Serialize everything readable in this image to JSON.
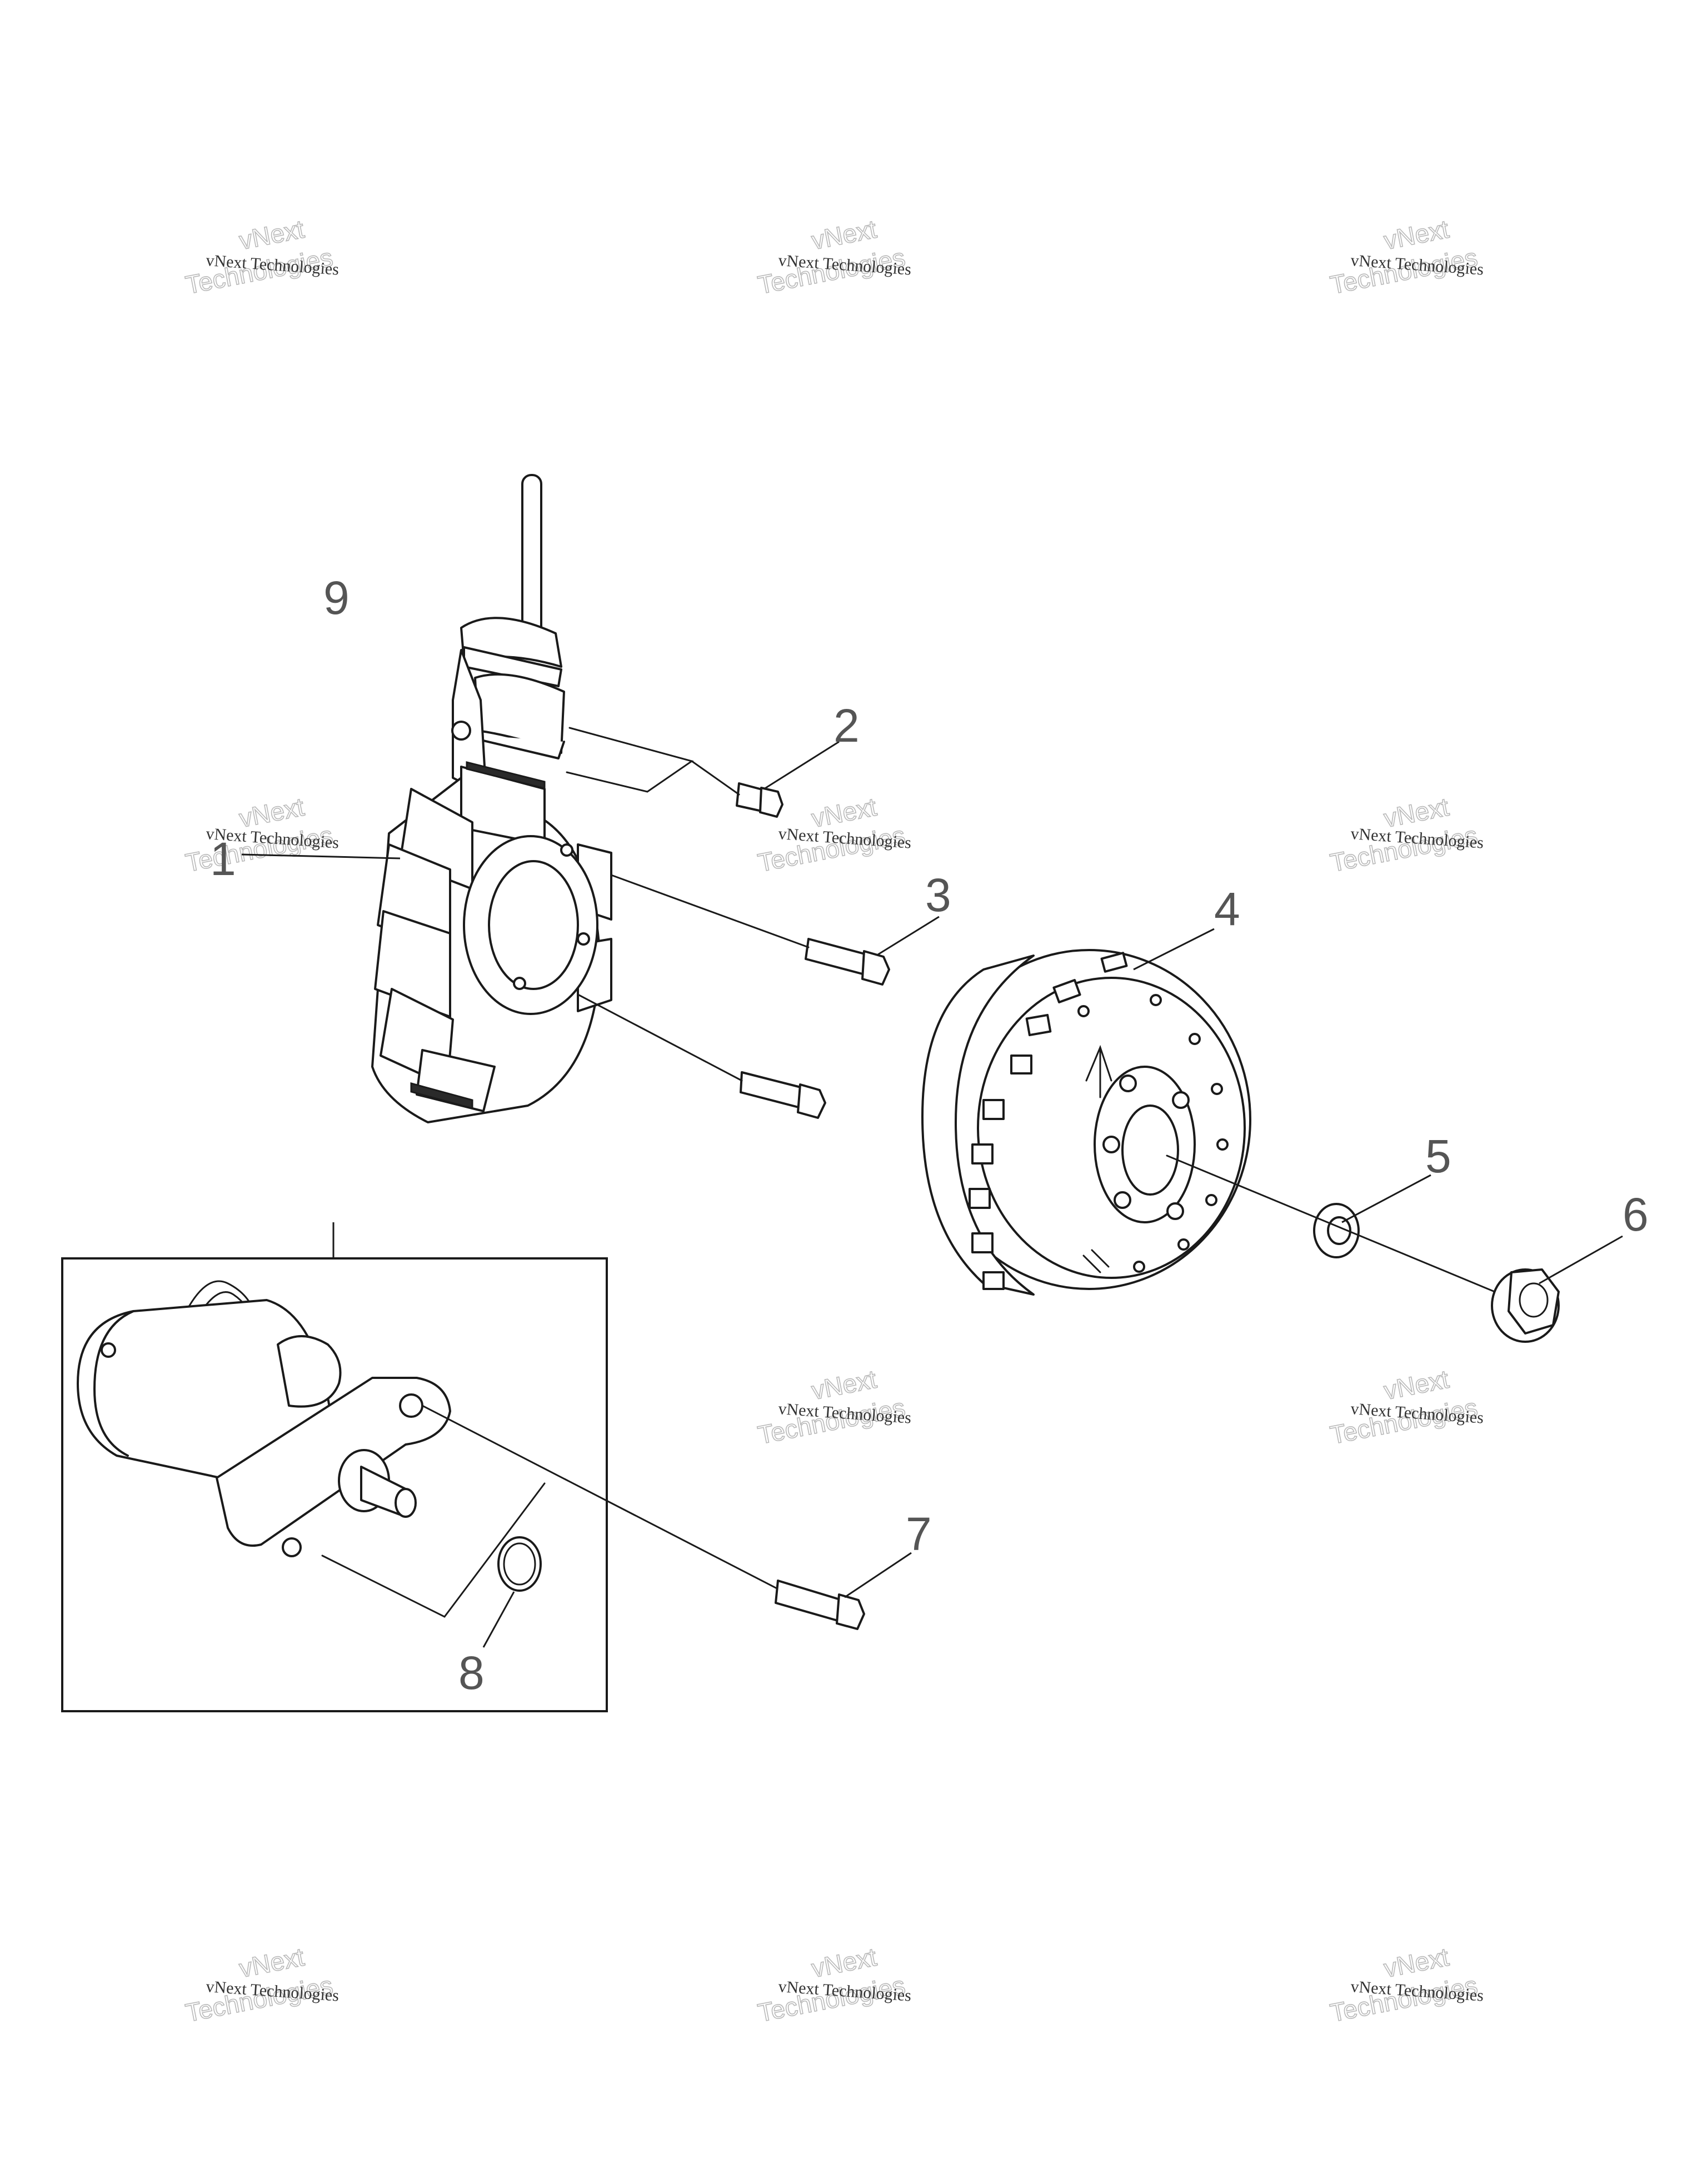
{
  "watermark": {
    "line_small": "vNext Technologies",
    "line_outline_top": "vNext",
    "line_outline_bottom": "Technologies"
  },
  "callouts": [
    "1",
    "2",
    "3",
    "4",
    "5",
    "6",
    "7",
    "8",
    "9"
  ]
}
